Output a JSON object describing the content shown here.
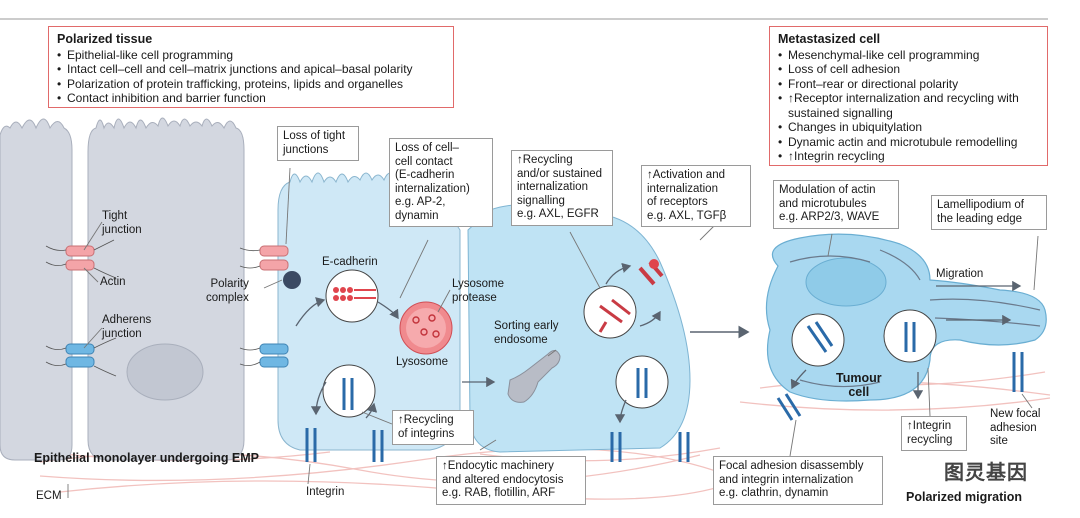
{
  "polarized_tissue": {
    "title": "Polarized tissue",
    "items": [
      "Epithelial-like cell programming",
      "Intact cell–cell and cell–matrix junctions and apical–basal polarity",
      "Polarization of protein trafficking, proteins, lipids and organelles",
      "Contact inhibition and barrier function"
    ]
  },
  "metastasized_cell": {
    "title": "Metastasized cell",
    "items": [
      "Mesenchymal-like cell programming",
      "Loss of cell adhesion",
      "Front–rear or directional polarity",
      "↑Receptor internalization and recycling with sustained signalling",
      "Changes in ubiquitylation",
      "Dynamic actin and microtubule remodelling",
      "↑Integrin recycling"
    ]
  },
  "callouts": {
    "loss_tight": [
      "Loss of tight",
      "junctions"
    ],
    "loss_contact": [
      "Loss of cell–",
      "cell contact",
      "(E-cadherin",
      "internalization)",
      "e.g. AP-2,",
      "dynamin"
    ],
    "recycling_signalling": [
      "↑Recycling",
      "and/or sustained",
      "internalization",
      "signalling",
      "e.g. AXL, EGFR"
    ],
    "activation": [
      "↑Activation and",
      "internalization",
      "of receptors",
      "e.g. AXL, TGFβ"
    ],
    "modulation": [
      "Modulation of actin",
      "and microtubules",
      "e.g. ARP2/3, WAVE"
    ],
    "lamellipodium": [
      "Lamellipodium of",
      "the leading edge"
    ],
    "recycling_integrins": [
      "↑Recycling",
      "of integrins"
    ],
    "endocytic": [
      "↑Endocytic machinery",
      "and altered endocytosis",
      "e.g. RAB, flotillin, ARF"
    ],
    "focal": [
      "Focal adhesion disassembly",
      "and integrin internalization",
      "e.g. clathrin, dynamin"
    ],
    "integrin_recycling": [
      "↑Integrin",
      "recycling"
    ]
  },
  "labels": {
    "tight_junction": [
      "Tight",
      "junction"
    ],
    "actin": "Actin",
    "adherens_junction": [
      "Adherens",
      "junction"
    ],
    "polarity_complex": [
      "Polarity",
      "complex"
    ],
    "e_cadherin": "E-cadherin",
    "lysosome_protease": [
      "Lysosome",
      "protease"
    ],
    "lysosome": "Lysosome",
    "sorting_endosome": [
      "Sorting early",
      "endosome"
    ],
    "migration": "Migration",
    "tumour_cell": [
      "Tumour",
      "cell"
    ],
    "new_focal": [
      "New focal",
      "adhesion",
      "site"
    ],
    "integrin": "Integrin",
    "ecm": "ECM",
    "epithelial_monolayer": "Epithelial monolayer undergoing EMP",
    "polarized_migration": "Polarized migration"
  },
  "watermark": "图灵基因",
  "colors": {
    "box_border": "#e16a6a",
    "cell_grey": "#d3d7e0",
    "cell_blue": "#bfe3f4",
    "cell_blue_dark": "#8ecbe8",
    "junction_pink": "#f4a4a8",
    "junction_blue": "#6fb7e3",
    "integrin_blue": "#2a6aa8",
    "cadherin_red": "#e0454d",
    "ecm_pink": "#f4c7c5"
  }
}
